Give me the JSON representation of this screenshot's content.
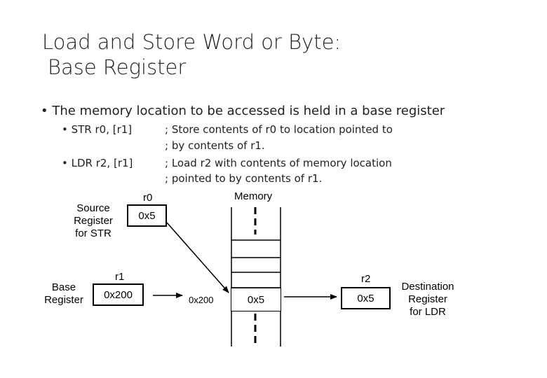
{
  "title": {
    "line1": "Load and Store Word or Byte:",
    "line2": "Base Register"
  },
  "bullets": {
    "main": "The memory location to be accessed is held in a base register",
    "str_instr": "STR r0, [r1]",
    "str_comment1": "; Store contents of r0 to location pointed to",
    "str_comment2": "; by contents of r1.",
    "ldr_instr": "LDR r2, [r1]",
    "ldr_comment1": "; Load r2 with contents of memory location",
    "ldr_comment2": "; pointed to by contents of r1."
  },
  "diagram": {
    "memory_label": "Memory",
    "r0_label": "r0",
    "r0_value": "0x5",
    "source_label_1": "Source",
    "source_label_2": "Register",
    "source_label_3": "for STR",
    "r1_label": "r1",
    "r1_value": "0x200",
    "base_label_1": "Base",
    "base_label_2": "Register",
    "address_label": "0x200",
    "memory_value": "0x5",
    "r2_label": "r2",
    "r2_value": "0x5",
    "dest_label_1": "Destination",
    "dest_label_2": "Register",
    "dest_label_3": "for LDR"
  }
}
